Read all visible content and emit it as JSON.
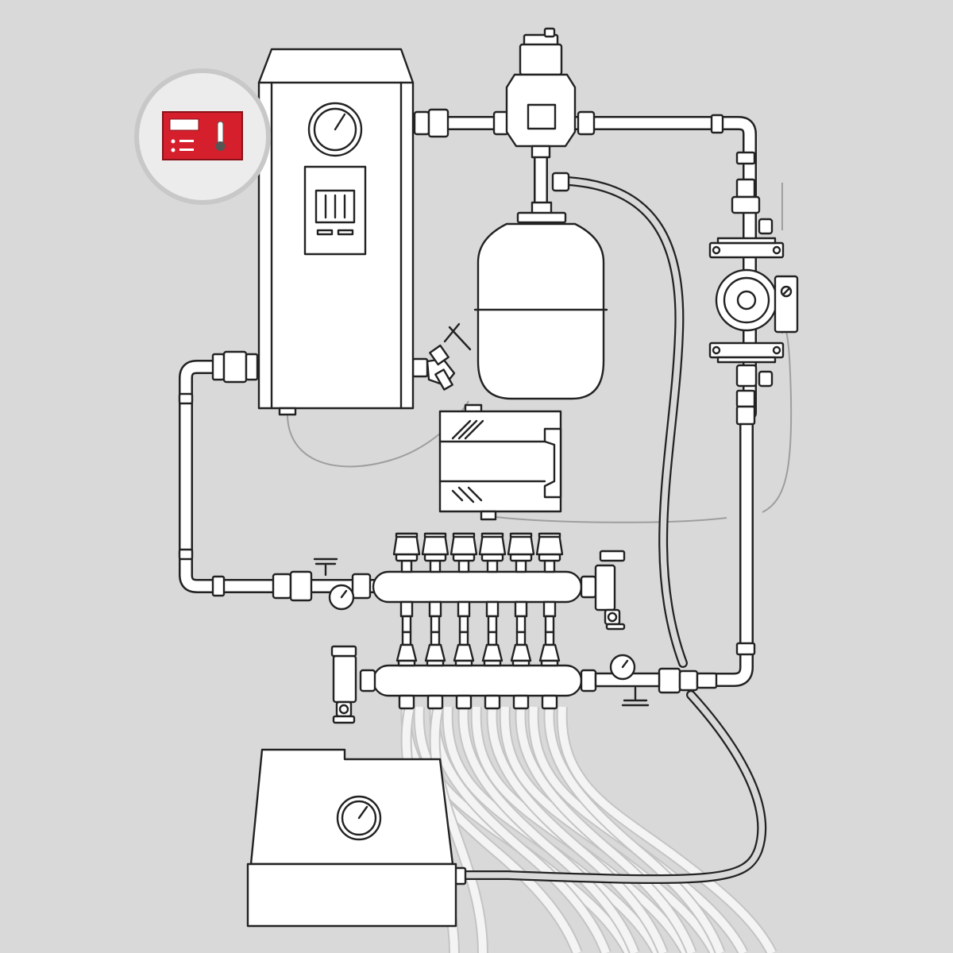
{
  "colors": {
    "background": "#d9d9d9",
    "line": "#222222",
    "fill": "#ffffff",
    "accent": "#d61f2c",
    "accent_dark": "#8a1018",
    "badge": "#ececec",
    "badge_border": "#c8c8c8",
    "tubing": "#f4f4f4",
    "tubing_edge": "#c4c4c4",
    "wire": "#9e9e9e"
  },
  "icons": {
    "controller": "controller-thermostat-icon",
    "thermometer": "thermometer-icon"
  },
  "components": {
    "boiler": "electric-boiler",
    "expansion_tank": "expansion-tank",
    "air_vent": "automatic-air-vent",
    "pump": "circulation-pump",
    "control_box": "control-box",
    "manifold_supply": "manifold-supply",
    "manifold_return": "manifold-return",
    "water_tank": "water-tank",
    "heating_loops": "underfloor-heating-loops"
  },
  "manifold": {
    "ports": 6
  }
}
